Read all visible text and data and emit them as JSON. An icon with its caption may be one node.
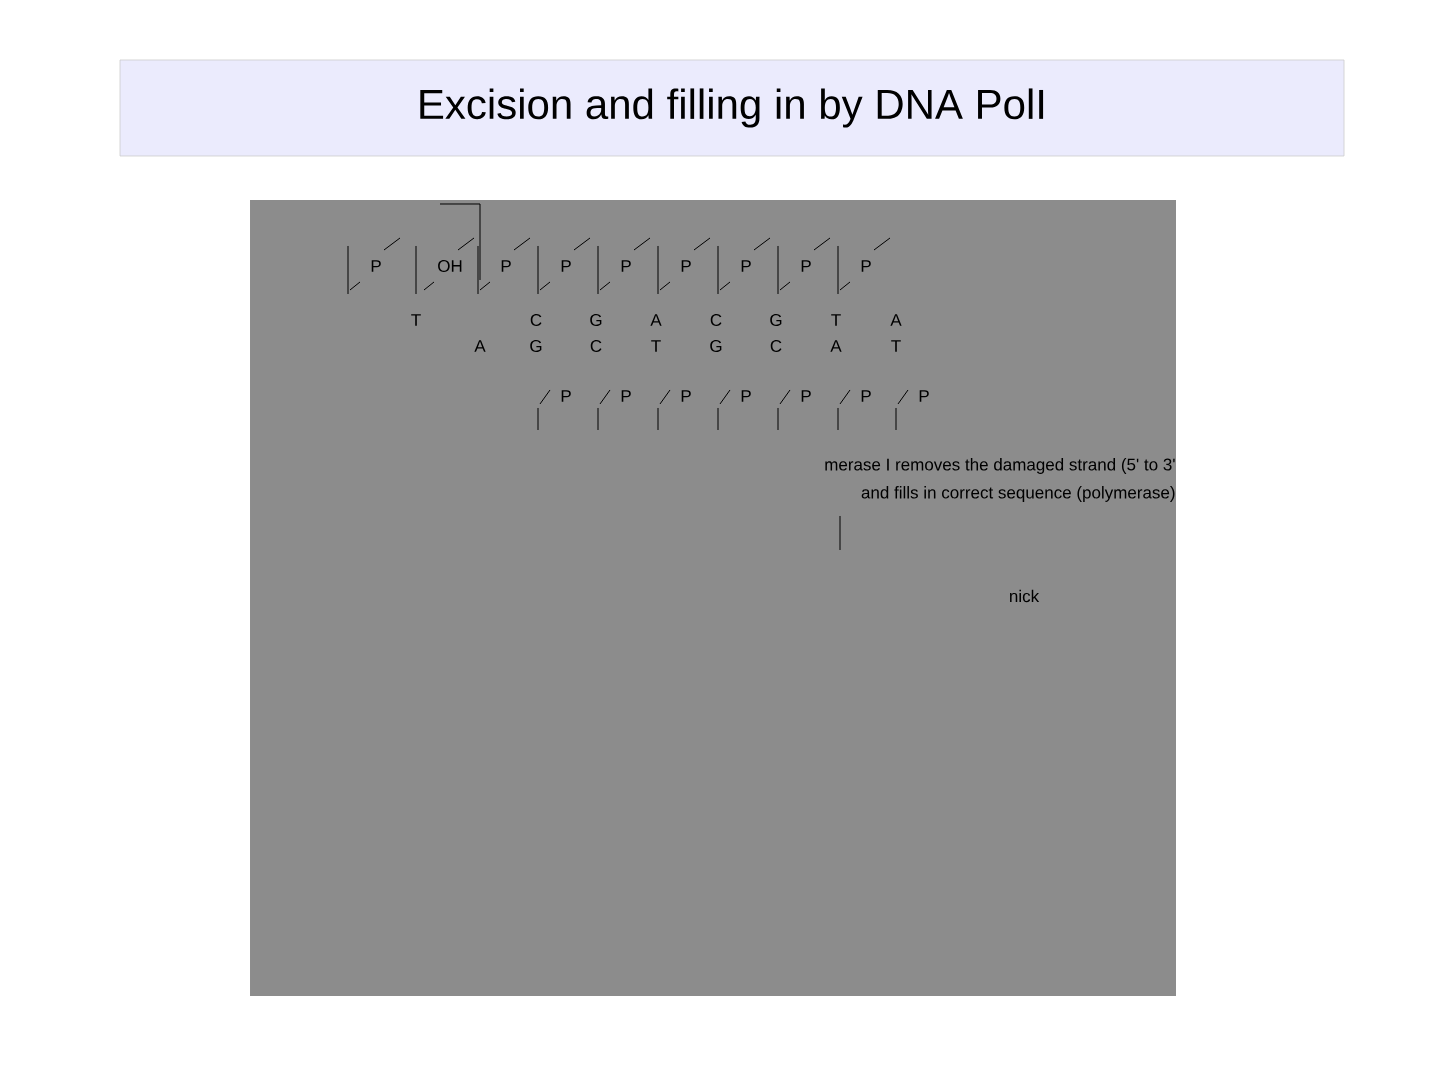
{
  "diagram": {
    "title": "Excision and filling in by DNA PolI",
    "labels": [
      "P",
      "OH",
      "P",
      "P",
      "P",
      "P",
      "P",
      "P",
      "P",
      "T",
      "C",
      "G",
      "A",
      "C",
      "G",
      "T",
      "A",
      "A",
      "G",
      "C",
      "T",
      "G",
      "C",
      "A",
      "T",
      "P",
      "P",
      "P",
      "P",
      "P",
      "P",
      "P",
      "merase I removes the damaged strand (5' to 3'",
      "and fills in correct sequence (polymerase)",
      "nick"
    ]
  }
}
